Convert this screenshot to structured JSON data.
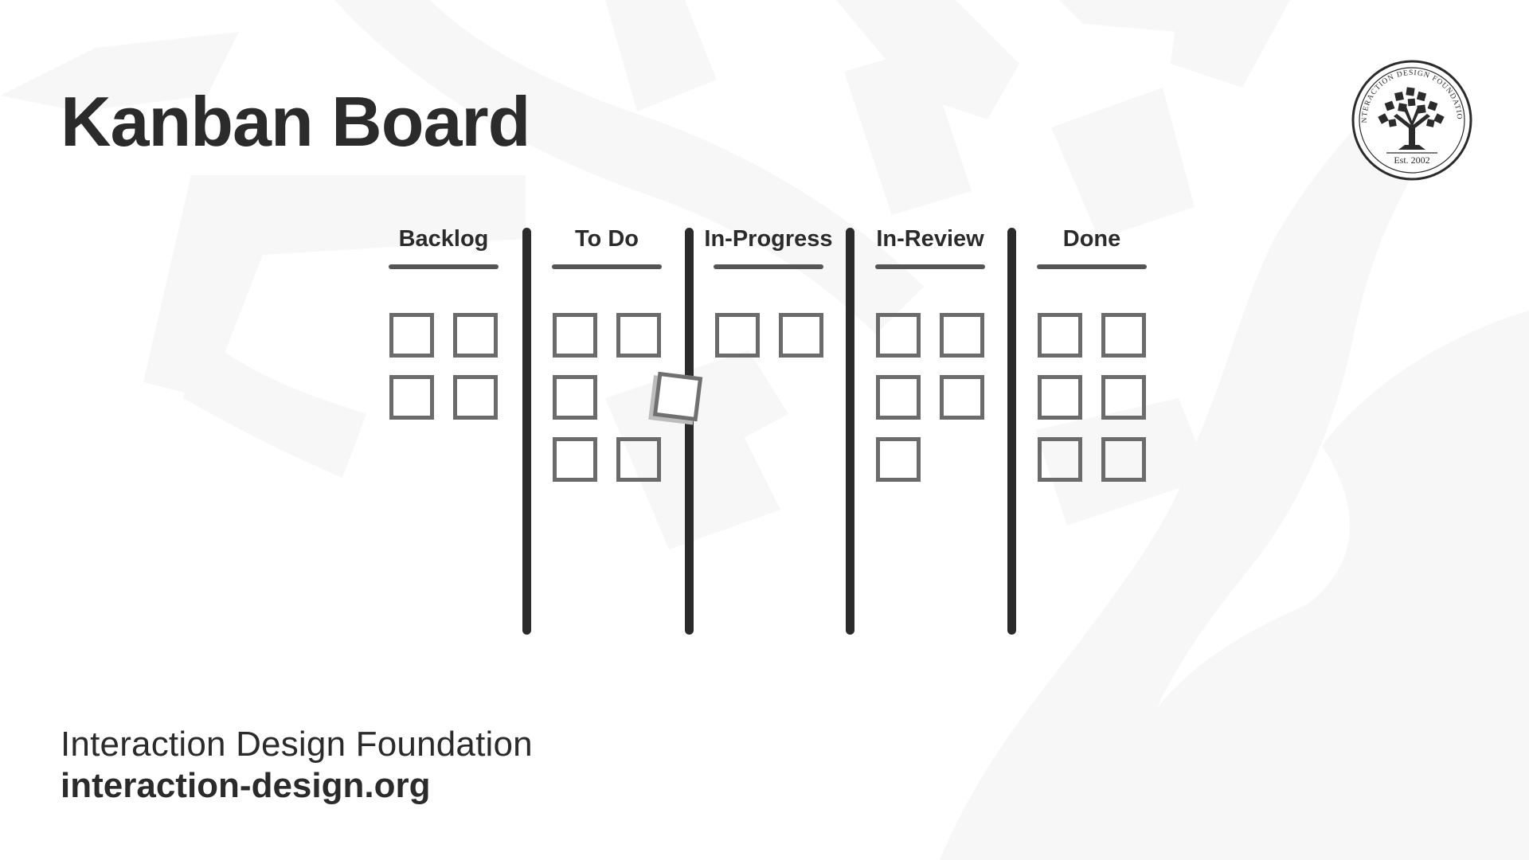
{
  "title": "Kanban Board",
  "logo": {
    "ring_text": "INTERACTION DESIGN FOUNDATION",
    "est": "Est. 2002",
    "icon": "tree-icon"
  },
  "board": {
    "columns": [
      {
        "name": "Backlog",
        "cards": 4
      },
      {
        "name": "To Do",
        "cards": 5
      },
      {
        "name": "In-Progress",
        "cards": 2
      },
      {
        "name": "In-Review",
        "cards": 5
      },
      {
        "name": "Done",
        "cards": 6
      }
    ],
    "moving_card": {
      "from": "To Do",
      "to": "In-Progress"
    }
  },
  "footer": {
    "org": "Interaction Design Foundation",
    "url": "interaction-design.org"
  },
  "colors": {
    "text": "#2b2b2b",
    "card_border": "#6b6b6b",
    "divider": "#2b2b2b",
    "background": "#ffffff",
    "watermark": "#f7f7f7"
  }
}
